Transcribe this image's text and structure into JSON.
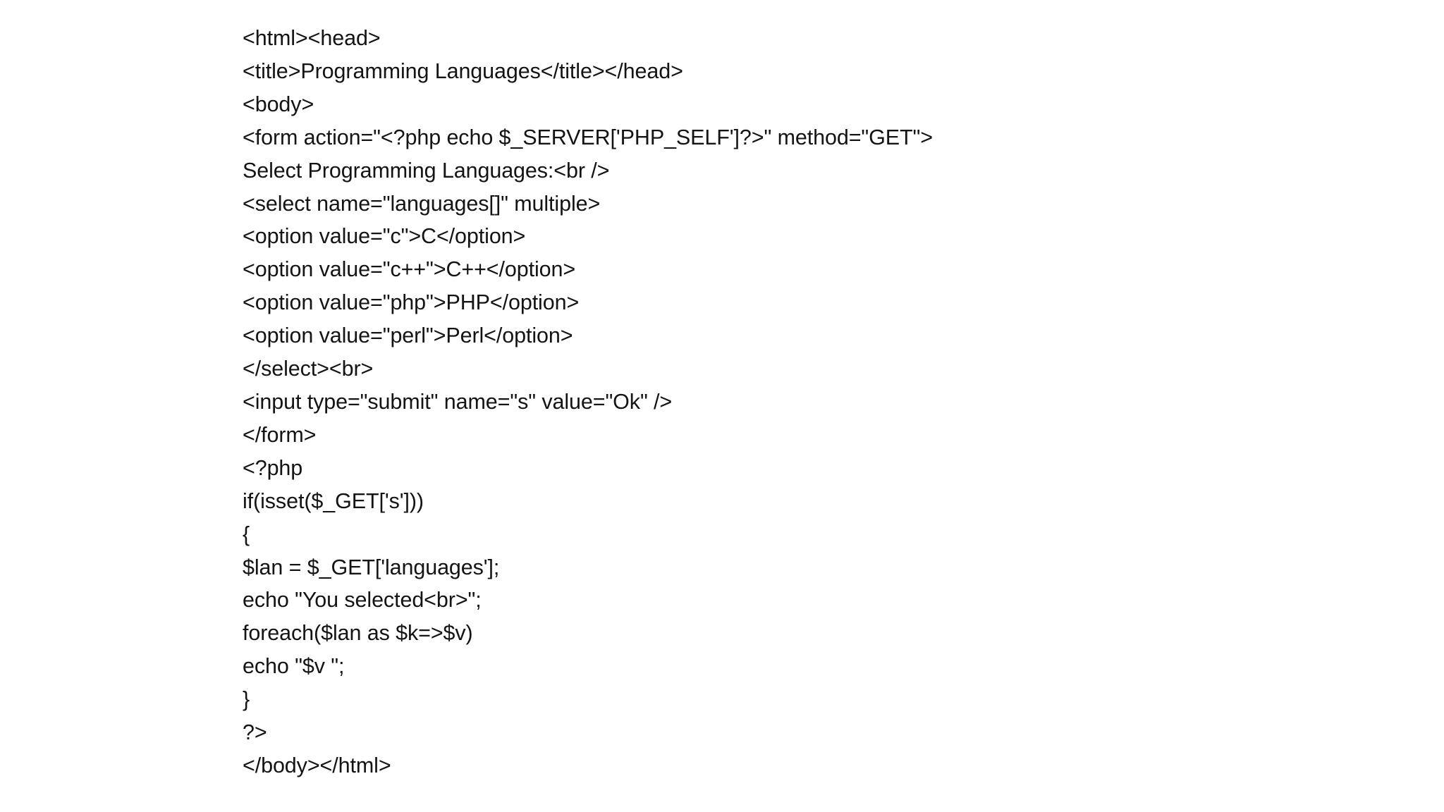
{
  "document": {
    "kind": "plain-text-code-listing",
    "background_color": "#ffffff",
    "text_color": "#141414",
    "language": "PHP / HTML",
    "code_lines": [
      "<html><head>",
      "<title>Programming Languages</title></head>",
      "<body>",
      "<form action=\"<?php echo $_SERVER['PHP_SELF']?>\" method=\"GET\">",
      "Select Programming Languages:<br />",
      "<select name=\"languages[]\" multiple>",
      "<option value=\"c\">C</option>",
      "<option value=\"c++\">C++</option>",
      "<option value=\"php\">PHP</option>",
      "<option value=\"perl\">Perl</option>",
      "</select><br>",
      "<input type=\"submit\" name=\"s\" value=\"Ok\" />",
      "</form>",
      "<?php",
      "if(isset($_GET['s']))",
      "{",
      "$lan = $_GET['languages'];",
      "echo \"You selected<br>\";",
      "foreach($lan as $k=>$v)",
      "echo \"$v \";",
      "}",
      "?>",
      "</body></html>"
    ]
  }
}
